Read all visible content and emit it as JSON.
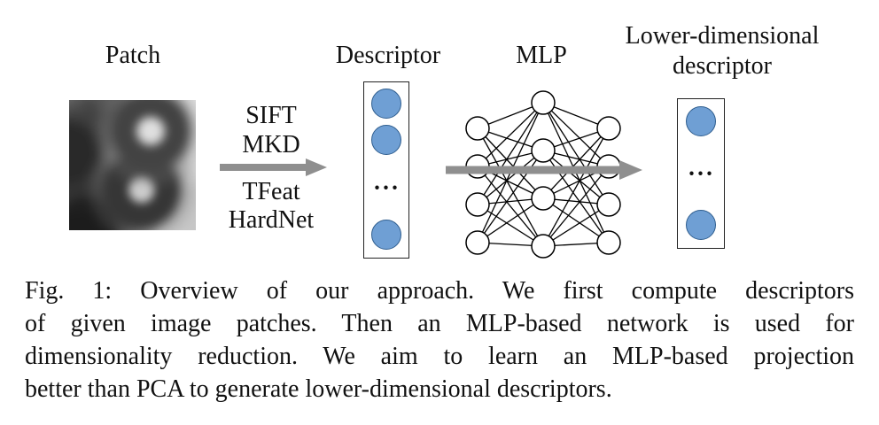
{
  "figure": {
    "labels": {
      "patch": "Patch",
      "descriptor": "Descriptor",
      "mlp": "MLP",
      "lower_dimensional": "Lower-dimensional descriptor"
    },
    "methods": [
      "SIFT",
      "MKD",
      "TFeat",
      "HardNet"
    ],
    "ellipsis": "···"
  },
  "caption": {
    "lines": [
      "Fig. 1: Overview of our approach. We first compute descriptors",
      "of given image patches. Then an MLP-based network is used for",
      "dimensionality reduction. We aim to learn an MLP-based projection",
      "better than PCA to generate lower-dimensional descriptors."
    ]
  },
  "colors": {
    "node_fill": "#6f9fd4",
    "node_stroke": "#2f5e8f",
    "arrow_gray": "#8f8f8f"
  }
}
